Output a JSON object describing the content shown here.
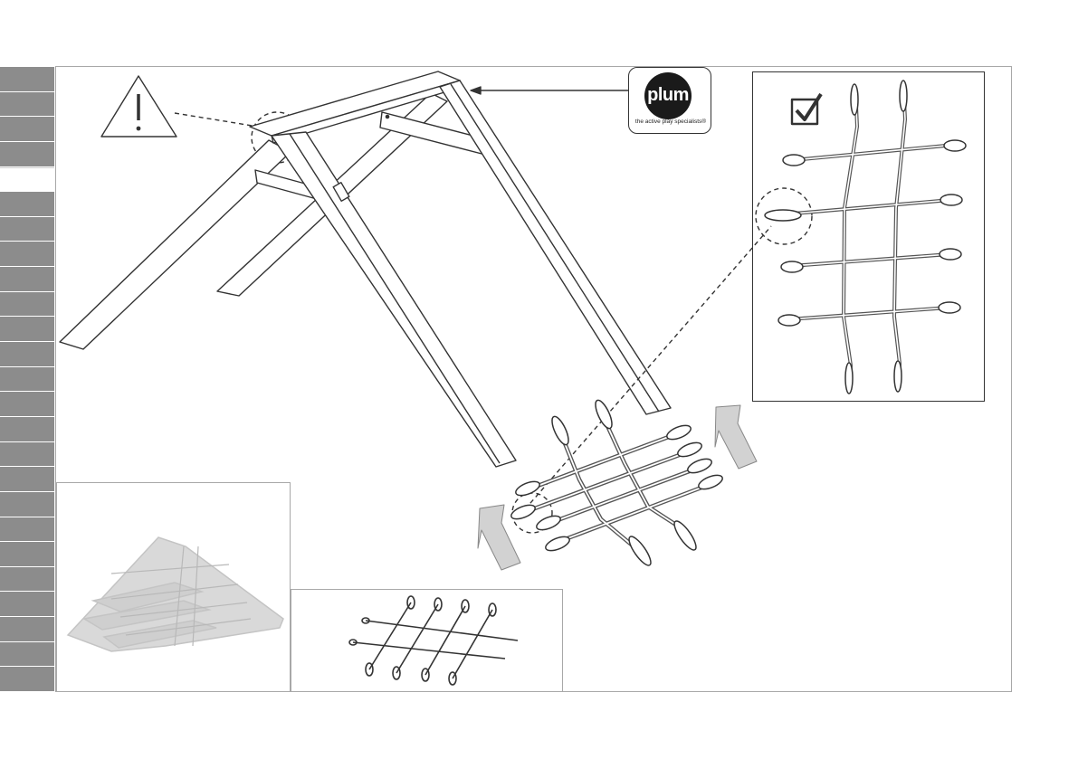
{
  "logo": {
    "brand": "plum",
    "tagline": "the active play specialists®"
  },
  "icons": {
    "warning": "warning-triangle-icon",
    "checkbox": "checked-checkbox-icon",
    "arrows": "up-arrow-icon"
  },
  "colors": {
    "line": "#333333",
    "sidebar_tab": "#8c8c8c",
    "arrow_fill": "#d2d2d2",
    "preview_fill": "#d9d9d9"
  },
  "sidebar": {
    "tab_count": 25,
    "active_tab": 4
  }
}
